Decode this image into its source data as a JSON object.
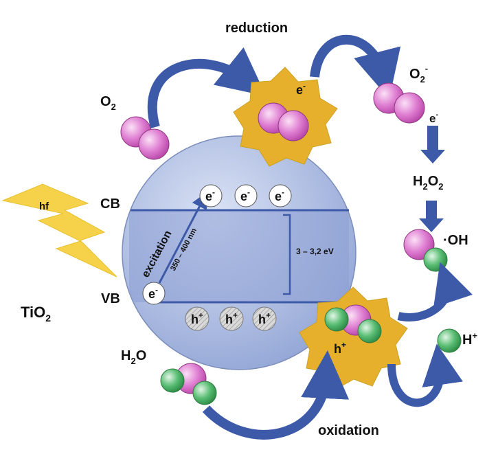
{
  "labels": {
    "reduction": "reduction",
    "oxidation": "oxidation",
    "o2": "O",
    "o2_sub": "2",
    "o2_radical": "O",
    "o2_radical_sub": "2",
    "o2_radical_sup": "-",
    "h2o2": "H",
    "h2o2_sub1": "2",
    "h2o2_o": "O",
    "h2o2_sub2": "2",
    "oh_radical": "·OH",
    "h_plus": "H",
    "h_plus_sup": "+",
    "h2o": "H",
    "h2o_sub": "2",
    "h2o_o": "O",
    "tio2": "TiO",
    "tio2_sub": "2",
    "hf": "hf",
    "cb": "CB",
    "vb": "VB",
    "excitation": "excitation",
    "wavelength": "350 – 400 nm",
    "band_gap": "3 – 3,2 eV",
    "electron": "e",
    "electron_sup": "-",
    "hole": "h",
    "hole_sup": "+"
  },
  "colors": {
    "sphere": "#a9b8dc",
    "band_area": "#8d9fd3",
    "arrow": "#3d5aa8",
    "star": "#e7b02c",
    "lightning": "#f5d249",
    "magenta": "#d266c4",
    "green": "#3fa35a"
  }
}
